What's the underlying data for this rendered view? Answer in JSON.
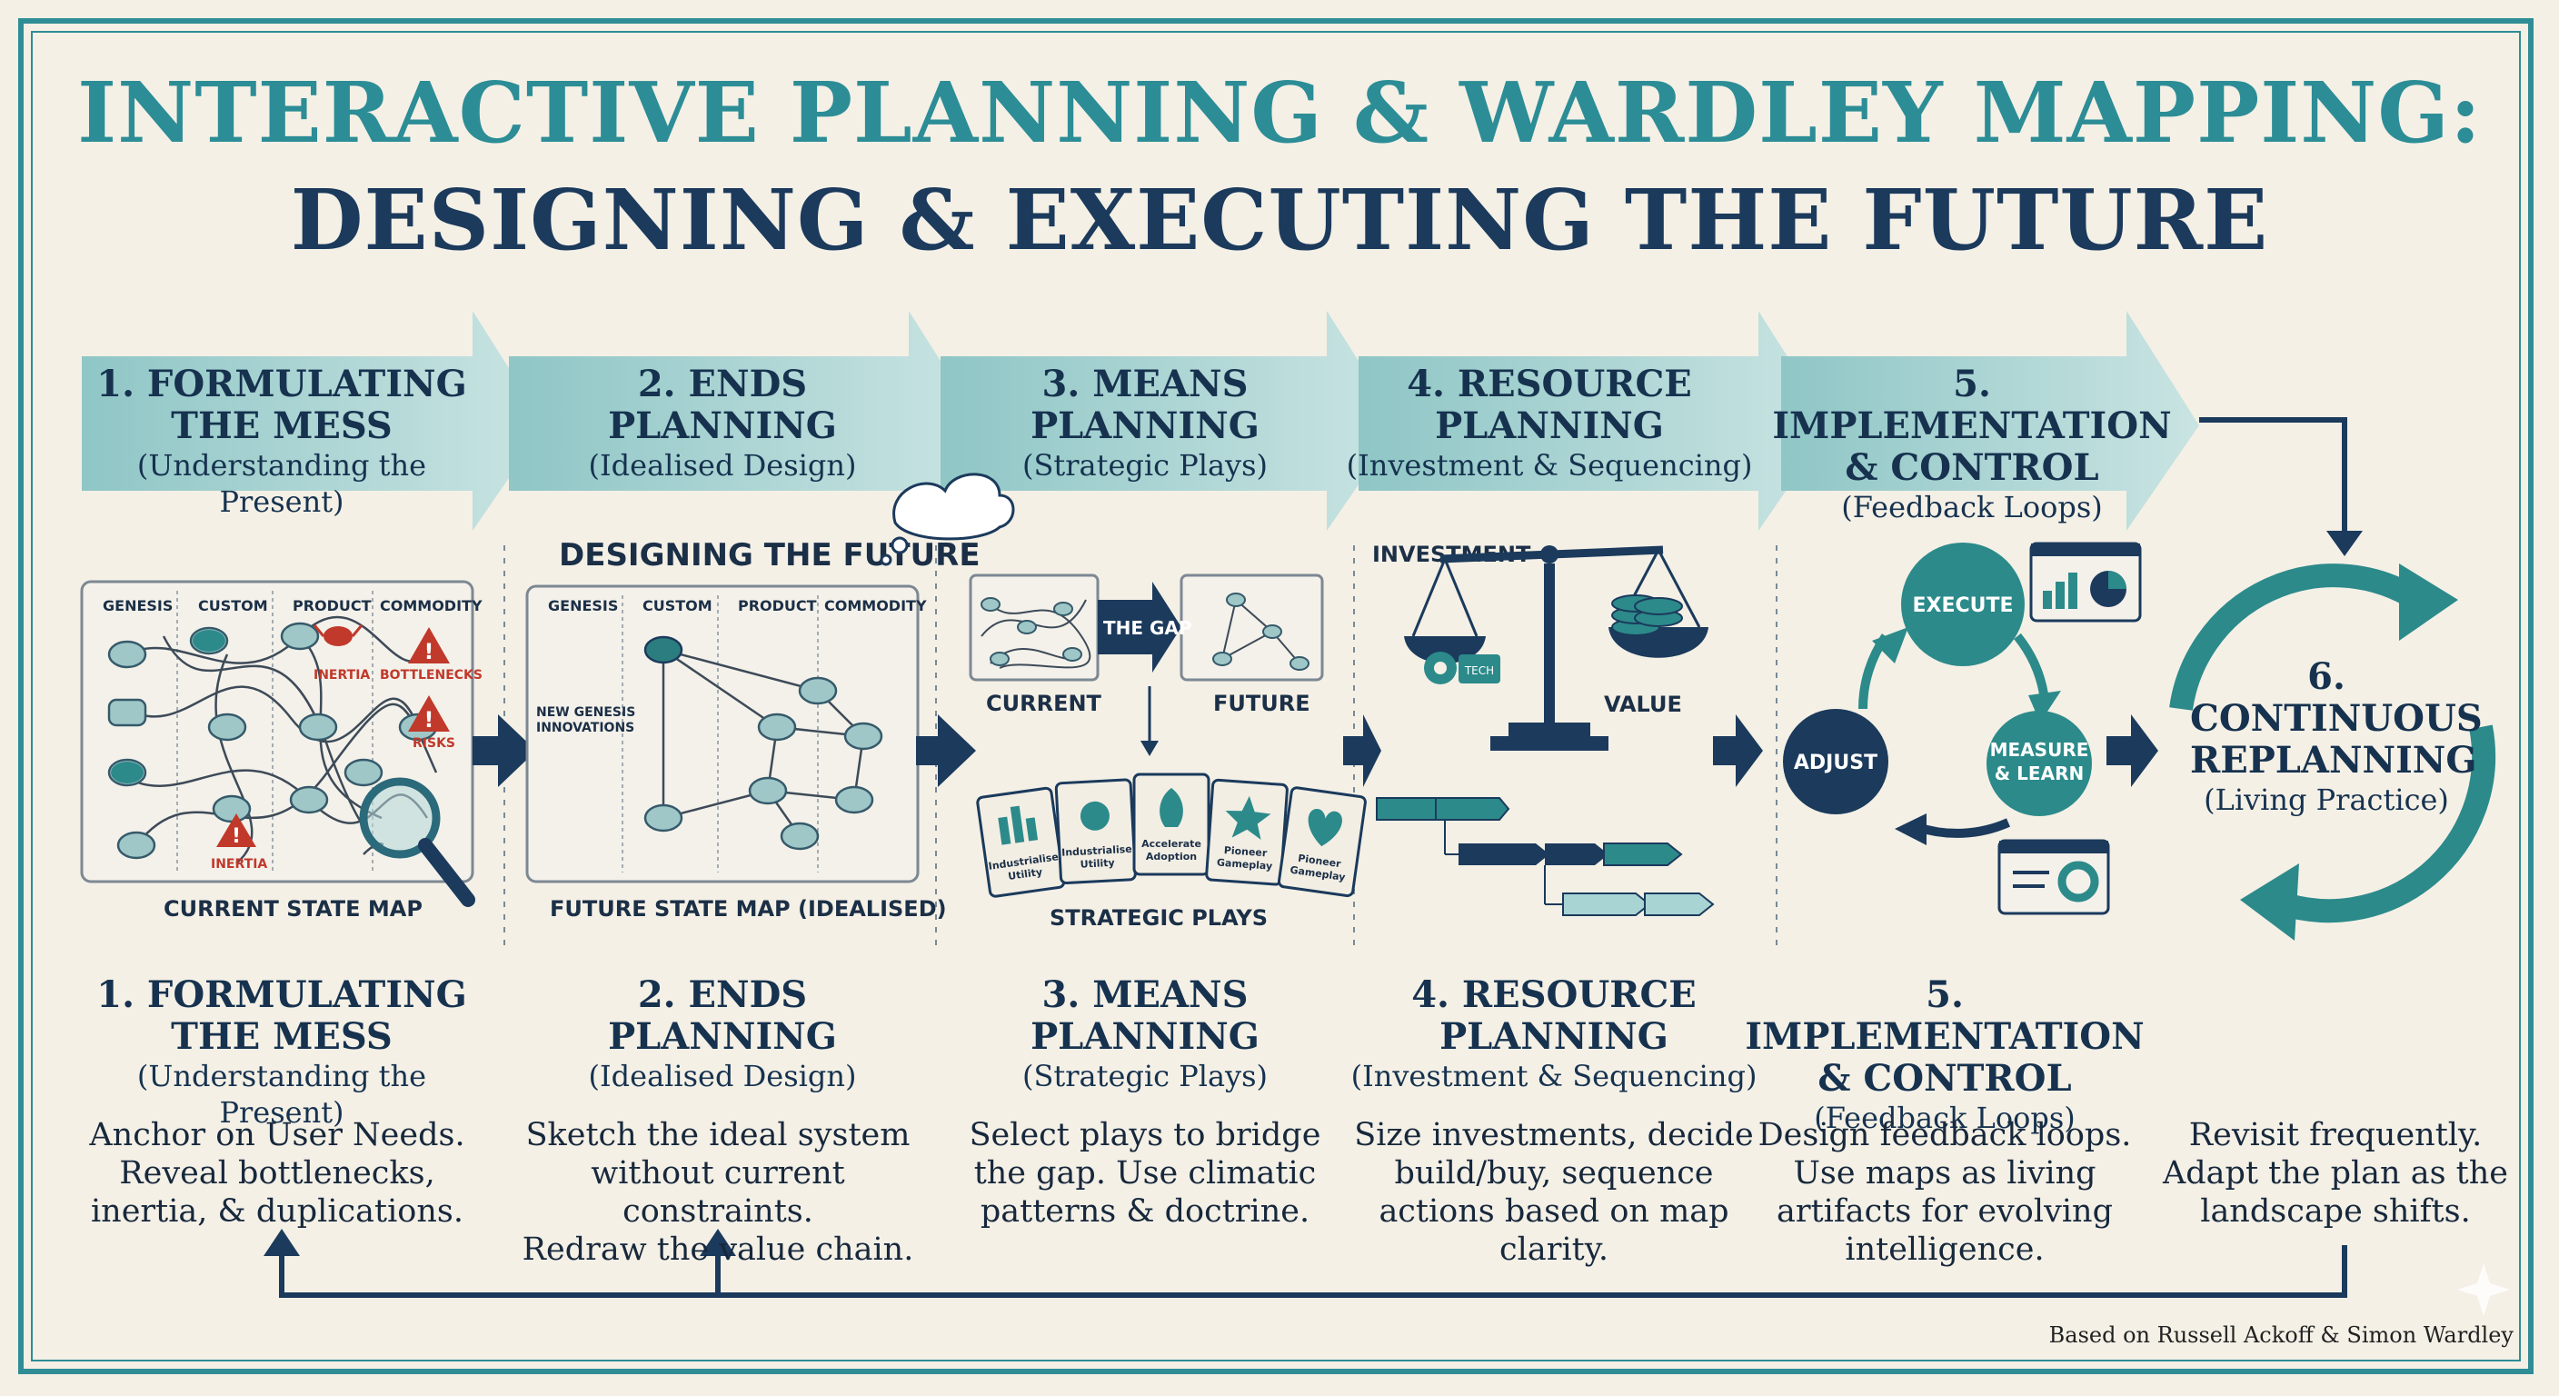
{
  "title": {
    "line1": "INTERACTIVE PLANNING & WARDLEY MAPPING:",
    "line2": "DESIGNING & EXECUTING THE FUTURE"
  },
  "colors": {
    "teal": "#2c8d96",
    "navy": "#1b3a5c",
    "arrow_fill": "#a9d4d4",
    "background": "#f4f0e6",
    "risk_red": "#c0392b"
  },
  "stages": [
    {
      "number": "1.",
      "name_line1": "1. FORMULATING",
      "name_line2": "THE MESS",
      "subtitle": "(Understanding the Present)",
      "description": [
        "Anchor on User Needs.",
        "Reveal bottlenecks,",
        "inertia, & duplications."
      ]
    },
    {
      "number": "2.",
      "name_line1": "2. ENDS",
      "name_line2": "PLANNING",
      "subtitle": "(Idealised Design)",
      "description": [
        "Sketch the ideal system",
        "without current constraints.",
        "Redraw the value chain."
      ]
    },
    {
      "number": "3.",
      "name_line1": "3. MEANS",
      "name_line2": "PLANNING",
      "subtitle": "(Strategic Plays)",
      "description": [
        "Select plays to bridge",
        "the gap. Use climatic",
        "patterns & doctrine."
      ]
    },
    {
      "number": "4.",
      "name_line1": "4. RESOURCE",
      "name_line2": "PLANNING",
      "subtitle": "(Investment & Sequencing)",
      "description": [
        "Size investments, decide",
        "build/buy, sequence",
        "actions based on map",
        "clarity."
      ]
    },
    {
      "number": "5.",
      "name_line1": "5. IMPLEMENTATION",
      "name_line2": "& CONTROL",
      "subtitle": "(Feedback Loops)",
      "description": [
        "Design feedback loops.",
        "Use maps as living",
        "artifacts for evolving",
        "intelligence."
      ]
    }
  ],
  "stage6": {
    "line1": "6.",
    "line2": "CONTINUOUS",
    "line3": "REPLANNING",
    "subtitle": "(Living Practice)",
    "description": [
      "Revisit frequently.",
      "Adapt the plan as the",
      "landscape shifts."
    ]
  },
  "panel1": {
    "columns": [
      "GENESIS",
      "CUSTOM",
      "PRODUCT",
      "COMMODITY"
    ],
    "inertia_label": "INERTIA",
    "bottlenecks_label": "BOTTLENECKS",
    "risks_label": "RISKS",
    "inertia_bottom": "INERTIA",
    "caption": "CURRENT STATE MAP"
  },
  "panel2": {
    "heading": "DESIGNING THE FUTURE",
    "columns": [
      "GENESIS",
      "CUSTOM",
      "PRODUCT",
      "COMMODITY"
    ],
    "innovations_line1": "NEW GENESIS",
    "innovations_line2": "INNOVATIONS",
    "caption": "FUTURE STATE MAP (IDEALISED)"
  },
  "panel3": {
    "gap_label": "THE GAP",
    "current_label": "CURRENT",
    "future_label": "FUTURE",
    "cards": [
      {
        "line1": "Industrialise",
        "line2": "Utility"
      },
      {
        "line1": "Industrialise",
        "line2": "Utility"
      },
      {
        "line1": "Accelerate",
        "line2": "Adoption"
      },
      {
        "line1": "Pioneer",
        "line2": "Gameplay"
      },
      {
        "line1": "Pioneer",
        "line2": "Gameplay"
      }
    ],
    "caption": "STRATEGIC PLAYS"
  },
  "panel4": {
    "investment_label": "INVESTMENT",
    "value_label": "VALUE",
    "tech_label": "TECH"
  },
  "panel5": {
    "execute_label": "EXECUTE",
    "adjust_label": "ADJUST",
    "measure_line1": "MEASURE",
    "measure_line2": "& LEARN"
  },
  "credit": "Based on Russell Ackoff & Simon Wardley"
}
